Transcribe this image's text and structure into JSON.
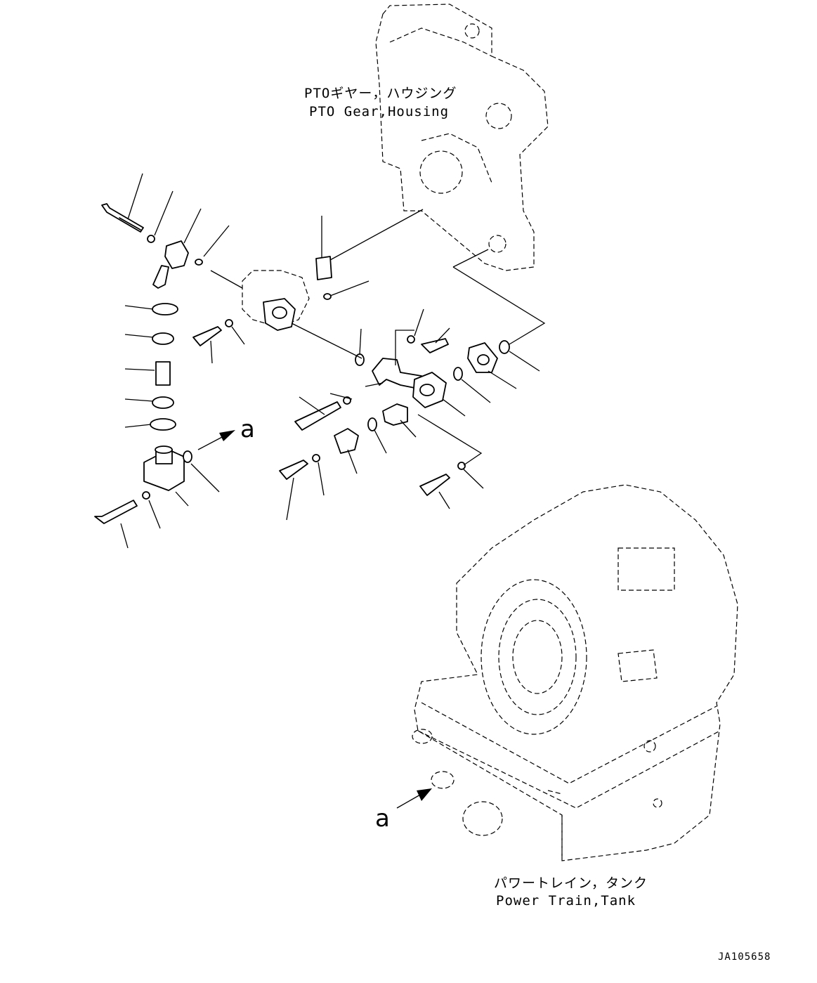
{
  "labels": {
    "pto_housing_jp": "PTOギヤー，ハウジング",
    "pto_housing_en": "PTO Gear,Housing",
    "power_train_tank_jp": "パワートレイン，タンク",
    "power_train_tank_en": "Power Train,Tank",
    "view_marker_1": "a",
    "view_marker_2": "a",
    "drawing_code": "JA105658"
  }
}
